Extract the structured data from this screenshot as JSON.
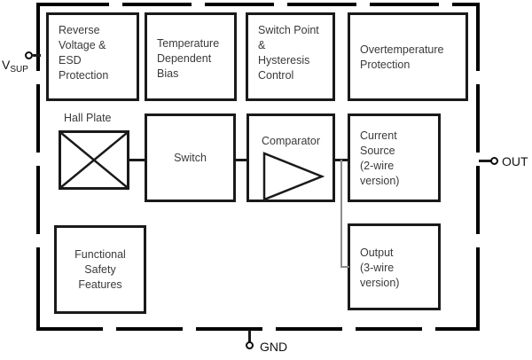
{
  "diagram": {
    "title": "Hall-effect switch functional block diagram",
    "chip_outline_style": "dashed",
    "colors": {
      "block_border": "#1a1a1a",
      "block_text": "#3a3a3a",
      "outline": "#000000",
      "wire": "#1a1a1a",
      "wire_secondary": "#8c8c8c",
      "background": "#ffffff"
    }
  },
  "blocks": {
    "reverse_voltage_esd": "Reverse\nVoltage &\nESD\nProtection",
    "temperature_bias": "Temperature\nDependent\nBias",
    "switch_point_hysteresis": "Switch Point\n&\nHysteresis\nControl",
    "overtemperature": "Overtemperature\nProtection",
    "hall_plate_label": "Hall Plate",
    "switch": "Switch",
    "comparator": "Comparator",
    "current_source": "Current\nSource\n(2-wire\nversion)",
    "output": "Output\n(3-wire\nversion)",
    "functional_safety": "Functional\nSafety\nFeatures"
  },
  "pins": [
    {
      "name": "vsup",
      "label_main": "V",
      "label_sub": "SUP",
      "side": "left"
    },
    {
      "name": "out",
      "label_main": "OUT",
      "label_sub": "",
      "side": "right"
    },
    {
      "name": "gnd",
      "label_main": "GND",
      "label_sub": "",
      "side": "bottom"
    }
  ]
}
